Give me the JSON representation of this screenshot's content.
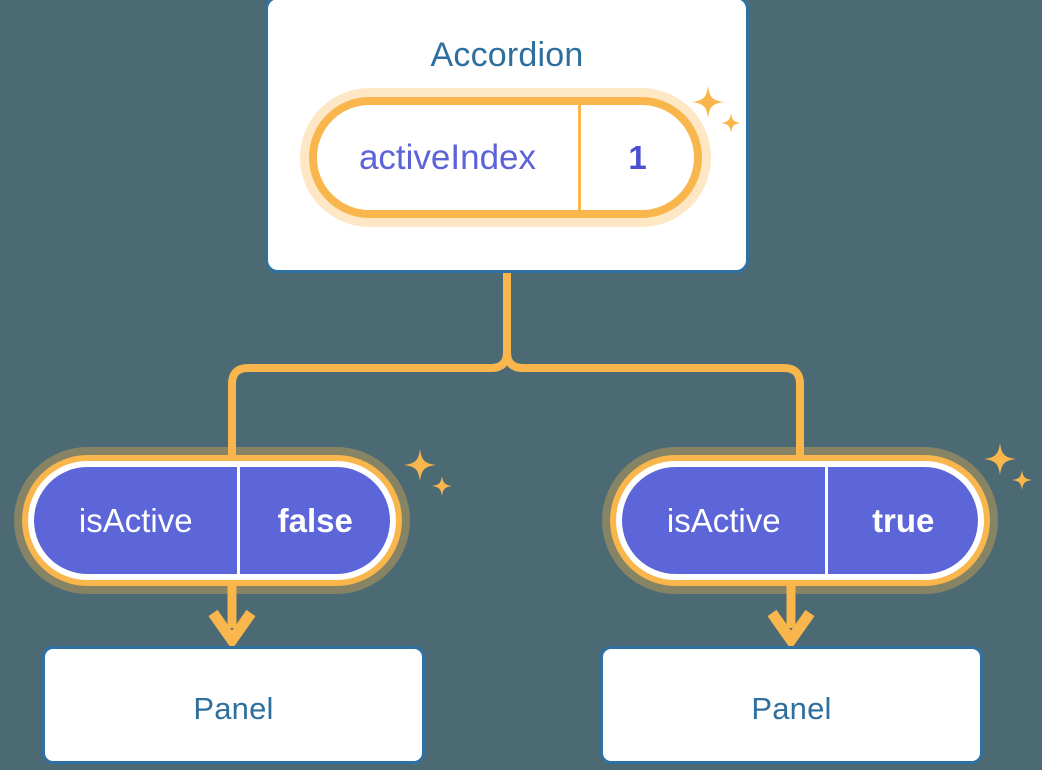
{
  "diagram": {
    "background_color": "#4c6a73",
    "accent_orange": "#f8b64c",
    "accent_blue": "#2e72a4",
    "accent_purple": "#5c66d9"
  },
  "root": {
    "title": "Accordion",
    "state": {
      "key": "activeIndex",
      "value": "1"
    }
  },
  "children": [
    {
      "state": {
        "key": "isActive",
        "value": "false"
      },
      "panel": {
        "title": "Panel"
      }
    },
    {
      "state": {
        "key": "isActive",
        "value": "true"
      },
      "panel": {
        "title": "Panel"
      }
    }
  ],
  "icons": {
    "sparkle": "sparkle-icon",
    "arrow_down": "arrow-down-icon"
  }
}
